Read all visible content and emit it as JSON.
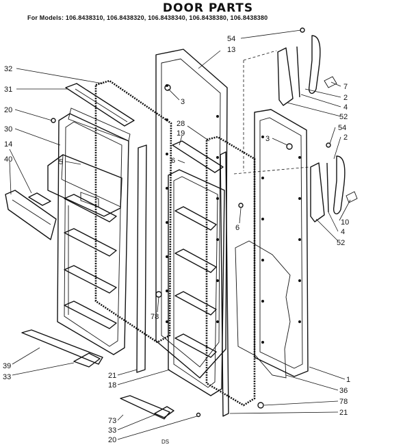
{
  "header": {
    "title": "DOOR PARTS",
    "models": "For Models: 106.8438310, 106.8438320, 106.8438340, 106.8438380, 106.8438380"
  },
  "footer": {
    "code": "DS"
  },
  "callouts": [
    {
      "id": "c54a",
      "text": "54"
    },
    {
      "id": "c13",
      "text": "13"
    },
    {
      "id": "c32",
      "text": "32"
    },
    {
      "id": "c31",
      "text": "31"
    },
    {
      "id": "c3a",
      "text": "3"
    },
    {
      "id": "c20a",
      "text": "20"
    },
    {
      "id": "c30",
      "text": "30"
    },
    {
      "id": "c14",
      "text": "14"
    },
    {
      "id": "c5",
      "text": "5"
    },
    {
      "id": "c40",
      "text": "40"
    },
    {
      "id": "c7",
      "text": "7"
    },
    {
      "id": "c2a",
      "text": "2"
    },
    {
      "id": "c4a",
      "text": "4"
    },
    {
      "id": "c52a",
      "text": "52"
    },
    {
      "id": "c54b",
      "text": "54"
    },
    {
      "id": "c2b",
      "text": "2"
    },
    {
      "id": "c28",
      "text": "28"
    },
    {
      "id": "c19",
      "text": "19"
    },
    {
      "id": "c3b",
      "text": "3"
    },
    {
      "id": "c6a",
      "text": "6"
    },
    {
      "id": "c6b",
      "text": "6"
    },
    {
      "id": "c10",
      "text": "10"
    },
    {
      "id": "c4b",
      "text": "4"
    },
    {
      "id": "c52b",
      "text": "52"
    },
    {
      "id": "c78a",
      "text": "78"
    },
    {
      "id": "c39",
      "text": "39"
    },
    {
      "id": "c33a",
      "text": "33"
    },
    {
      "id": "c21a",
      "text": "21"
    },
    {
      "id": "c18",
      "text": "18"
    },
    {
      "id": "c1",
      "text": "1"
    },
    {
      "id": "c36",
      "text": "36"
    },
    {
      "id": "c78b",
      "text": "78"
    },
    {
      "id": "c21b",
      "text": "21"
    },
    {
      "id": "c73",
      "text": "73"
    },
    {
      "id": "c33b",
      "text": "33"
    },
    {
      "id": "c20b",
      "text": "20"
    }
  ]
}
